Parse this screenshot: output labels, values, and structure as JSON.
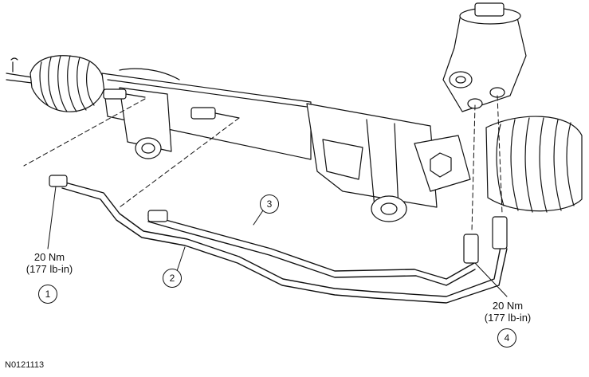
{
  "figure": {
    "id": "N0121113",
    "callouts": [
      {
        "number": "1",
        "torque_nm": "20 Nm",
        "torque_lbin": "(177 lb-in)"
      },
      {
        "number": "2"
      },
      {
        "number": "3"
      },
      {
        "number": "4",
        "torque_nm": "20 Nm",
        "torque_lbin": "(177 lb-in)"
      }
    ]
  }
}
